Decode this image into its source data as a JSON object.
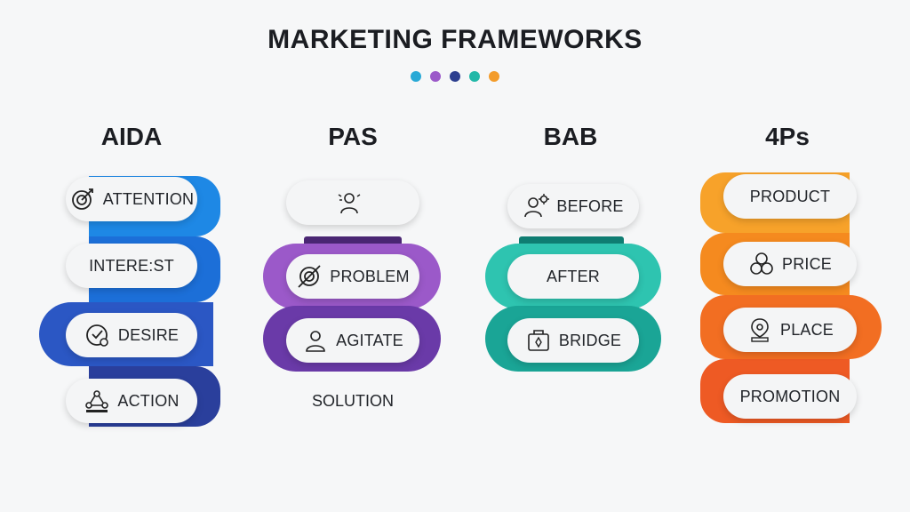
{
  "title": "MARKETING FRAMEWORKS",
  "accent_dots": [
    "#29a9d6",
    "#9b59c9",
    "#2d3f8f",
    "#22b8a8",
    "#f39c2b"
  ],
  "frameworks": [
    {
      "name": "AIDA",
      "items": [
        {
          "label": "ATTENTION",
          "icon": "target-icon"
        },
        {
          "label": "INTERE:ST",
          "icon": ""
        },
        {
          "label": "DESIRE",
          "icon": "heart-badge-icon"
        },
        {
          "label": "ACTION",
          "icon": "network-icon"
        }
      ],
      "colors": [
        "#1e88e5",
        "#1c6fd8",
        "#2b57c4",
        "#2a3f9c"
      ]
    },
    {
      "name": "PAS",
      "items": [
        {
          "label": "",
          "icon": "person-stressed-icon"
        },
        {
          "label": "PROBLEM",
          "icon": "broken-target-icon"
        },
        {
          "label": "AGITATE",
          "icon": "person-icon"
        },
        {
          "label": "SOLUTION",
          "icon": ""
        }
      ],
      "colors": [
        "#4a2673",
        "#9b59c9",
        "#6a3aa8"
      ]
    },
    {
      "name": "BAB",
      "items": [
        {
          "label": "BEFORE",
          "icon": "person-gear-icon"
        },
        {
          "label": "AFTER",
          "icon": ""
        },
        {
          "label": "BRIDGE",
          "icon": "bridge-icon"
        }
      ],
      "colors": [
        "#0f7d72",
        "#2ec4b0",
        "#1aa596"
      ]
    },
    {
      "name": "4Ps",
      "items": [
        {
          "label": "PRODUCT",
          "icon": ""
        },
        {
          "label": "PRICE",
          "icon": "coins-icon"
        },
        {
          "label": "PLACE",
          "icon": "location-icon"
        },
        {
          "label": "PROMOTION",
          "icon": ""
        }
      ],
      "colors": [
        "#f7a22a",
        "#f58a1f",
        "#f26e22",
        "#ee5a24"
      ]
    }
  ]
}
